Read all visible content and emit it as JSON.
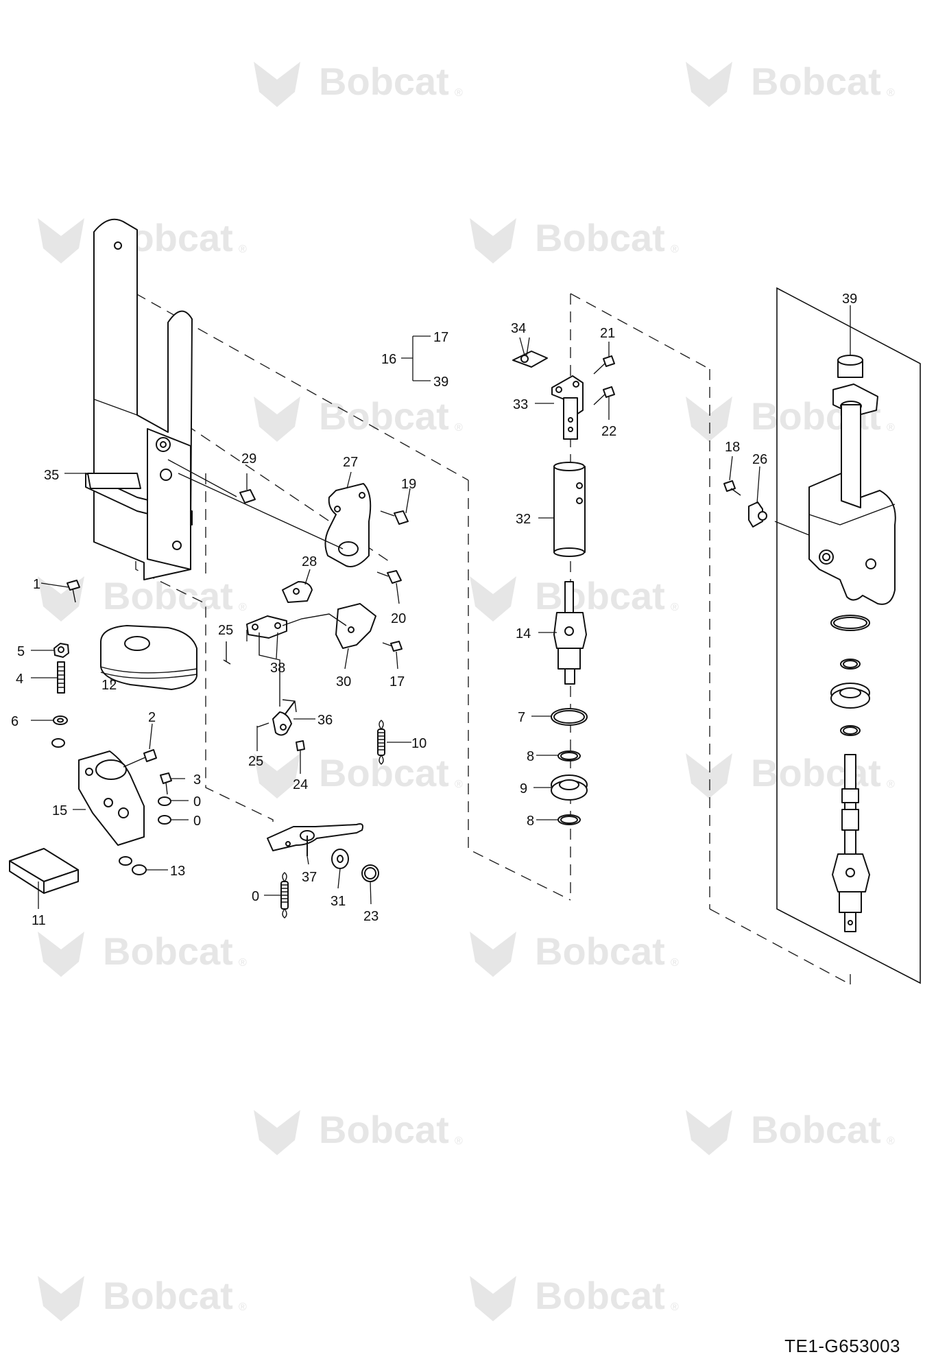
{
  "watermark": {
    "brand": "Bobcat",
    "mark": "®"
  },
  "drawing_code": "TE1-G653003",
  "labels": [
    {
      "id": "p35",
      "text": "35"
    },
    {
      "id": "p29",
      "text": "29"
    },
    {
      "id": "p27",
      "text": "27"
    },
    {
      "id": "p19",
      "text": "19"
    },
    {
      "id": "p28",
      "text": "28"
    },
    {
      "id": "p20",
      "text": "20"
    },
    {
      "id": "p1",
      "text": "1"
    },
    {
      "id": "p25a",
      "text": "25"
    },
    {
      "id": "p38",
      "text": "38"
    },
    {
      "id": "p30",
      "text": "30"
    },
    {
      "id": "p17b",
      "text": "17"
    },
    {
      "id": "p5",
      "text": "5"
    },
    {
      "id": "p4",
      "text": "4"
    },
    {
      "id": "p12",
      "text": "12"
    },
    {
      "id": "p6",
      "text": "6"
    },
    {
      "id": "p2",
      "text": "2"
    },
    {
      "id": "p36",
      "text": "36"
    },
    {
      "id": "p10",
      "text": "10"
    },
    {
      "id": "p25b",
      "text": "25"
    },
    {
      "id": "p24",
      "text": "24"
    },
    {
      "id": "p3",
      "text": "3"
    },
    {
      "id": "p0a",
      "text": "0"
    },
    {
      "id": "p0b",
      "text": "0"
    },
    {
      "id": "p15",
      "text": "15"
    },
    {
      "id": "p13",
      "text": "13"
    },
    {
      "id": "p11",
      "text": "11"
    },
    {
      "id": "p37",
      "text": "37"
    },
    {
      "id": "p0c",
      "text": "0"
    },
    {
      "id": "p31",
      "text": "31"
    },
    {
      "id": "p23",
      "text": "23"
    },
    {
      "id": "p16",
      "text": "16"
    },
    {
      "id": "p17a",
      "text": "17"
    },
    {
      "id": "p39a",
      "text": "39"
    },
    {
      "id": "p34",
      "text": "34"
    },
    {
      "id": "p21",
      "text": "21"
    },
    {
      "id": "p33",
      "text": "33"
    },
    {
      "id": "p22",
      "text": "22"
    },
    {
      "id": "p32",
      "text": "32"
    },
    {
      "id": "p14",
      "text": "14"
    },
    {
      "id": "p7",
      "text": "7"
    },
    {
      "id": "p8a",
      "text": "8"
    },
    {
      "id": "p9",
      "text": "9"
    },
    {
      "id": "p8b",
      "text": "8"
    },
    {
      "id": "p39b",
      "text": "39"
    },
    {
      "id": "p18",
      "text": "18"
    },
    {
      "id": "p26",
      "text": "26"
    }
  ]
}
